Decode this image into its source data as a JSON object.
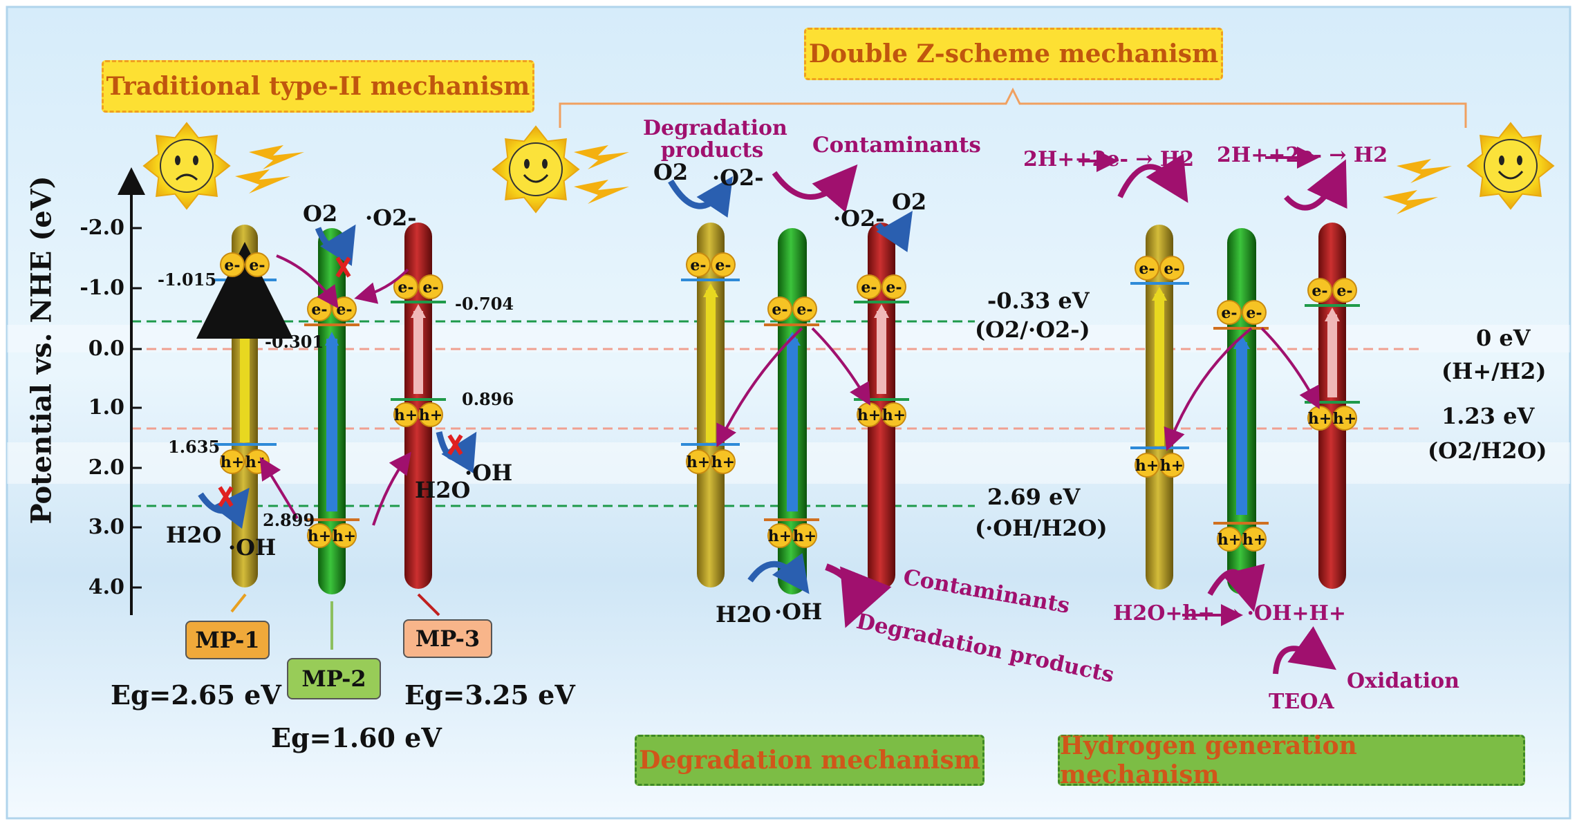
{
  "titles": {
    "type2": "Traditional type-II mechanism",
    "zscheme": "Double Z-scheme mechanism",
    "degradation": "Degradation mechanism",
    "hydrogen": "Hydrogen generation mechanism"
  },
  "axis": {
    "label": "Potential vs. NHE (eV)",
    "ticks": [
      "-2.0",
      "-1.0",
      "0.0",
      "1.0",
      "2.0",
      "3.0",
      "4.0"
    ]
  },
  "materials": {
    "mp1": {
      "name": "MP-1",
      "eg": "Eg=2.65 eV",
      "cb": "-1.015",
      "vb": "1.635"
    },
    "mp2": {
      "name": "MP-2",
      "eg": "Eg=1.60 eV",
      "cb": "-0.301",
      "vb": "2.899"
    },
    "mp3": {
      "name": "MP-3",
      "eg": "Eg=3.25 eV",
      "cb": "-0.704",
      "vb": "0.896"
    }
  },
  "potentials": {
    "o2": {
      "value": "-0.33 eV",
      "couple": "(O2/·O2-)"
    },
    "oh": {
      "value": "2.69 eV",
      "couple": "(·OH/H2O)"
    },
    "h2": {
      "value": "0 eV",
      "couple": "(H+/H2)"
    },
    "o2h2o": {
      "value": "1.23 eV",
      "couple": "(O2/H2O)"
    }
  },
  "species": {
    "electron": "e-",
    "hole": "h+",
    "o2": "O2",
    "superoxide": "·O2-",
    "water": "H2O",
    "hydroxyl": "·OH"
  },
  "degradation_labels": {
    "deg_products": "Degradation products",
    "contaminants": "Contaminants"
  },
  "hydrogen_labels": {
    "h2_reaction": "2H++2e- → H2",
    "oh_reaction": "H2O+h+ → ·OH+H+",
    "teoa": "TEOA",
    "oxidation": "Oxidation"
  },
  "colors": {
    "mp1": "#b8a020",
    "mp2": "#1f9a1f",
    "mp3": "#b02020",
    "magenta": "#a0106e",
    "blue_arrow": "#2a5fb0"
  }
}
